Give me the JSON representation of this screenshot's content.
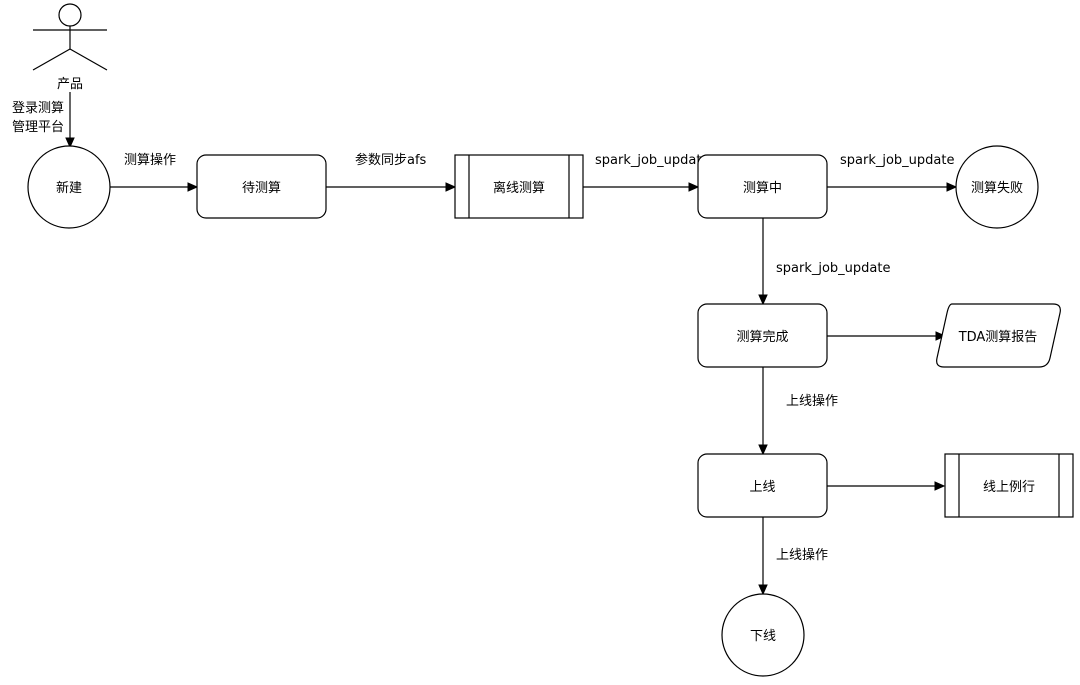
{
  "actor": {
    "label": "产品"
  },
  "nodes": {
    "new": "新建",
    "pending": "待测算",
    "offline": "离线测算",
    "running": "测算中",
    "failed": "测算失败",
    "done": "测算完成",
    "report": "TDA测算报告",
    "online": "上线",
    "routine": "线上例行",
    "offline_end": "下线"
  },
  "edges": {
    "login_line1": "登录测算",
    "login_line2": "管理平台",
    "op_measure": "测算操作",
    "sync_afs": "参数同步afs",
    "spark_update_1": "spark_job_update",
    "spark_update_2": "spark_job_update",
    "spark_update_3": "spark_job_update",
    "go_online_1": "上线操作",
    "go_online_2": "上线操作"
  }
}
